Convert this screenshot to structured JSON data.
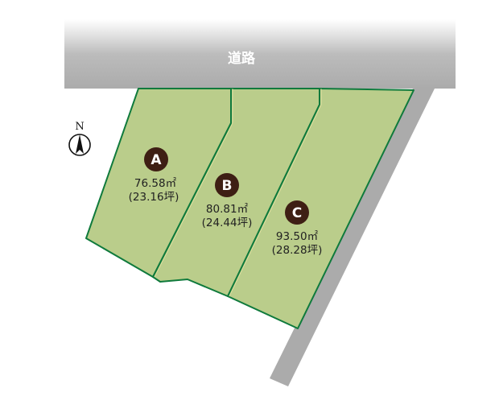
{
  "road": {
    "label": "道路",
    "color": "#ababab"
  },
  "compass": {
    "label": "N"
  },
  "lot_colors": {
    "fill": "#bacd8b",
    "border": "#0f7a3c",
    "badge": "#3e1f14"
  },
  "lots": [
    {
      "id": "A",
      "area_sqm": "76.58㎡",
      "area_tsubo": "(23.16坪)"
    },
    {
      "id": "B",
      "area_sqm": "80.81㎡",
      "area_tsubo": "(24.44坪)"
    },
    {
      "id": "C",
      "area_sqm": "93.50㎡",
      "area_tsubo": "(28.28坪)"
    }
  ]
}
